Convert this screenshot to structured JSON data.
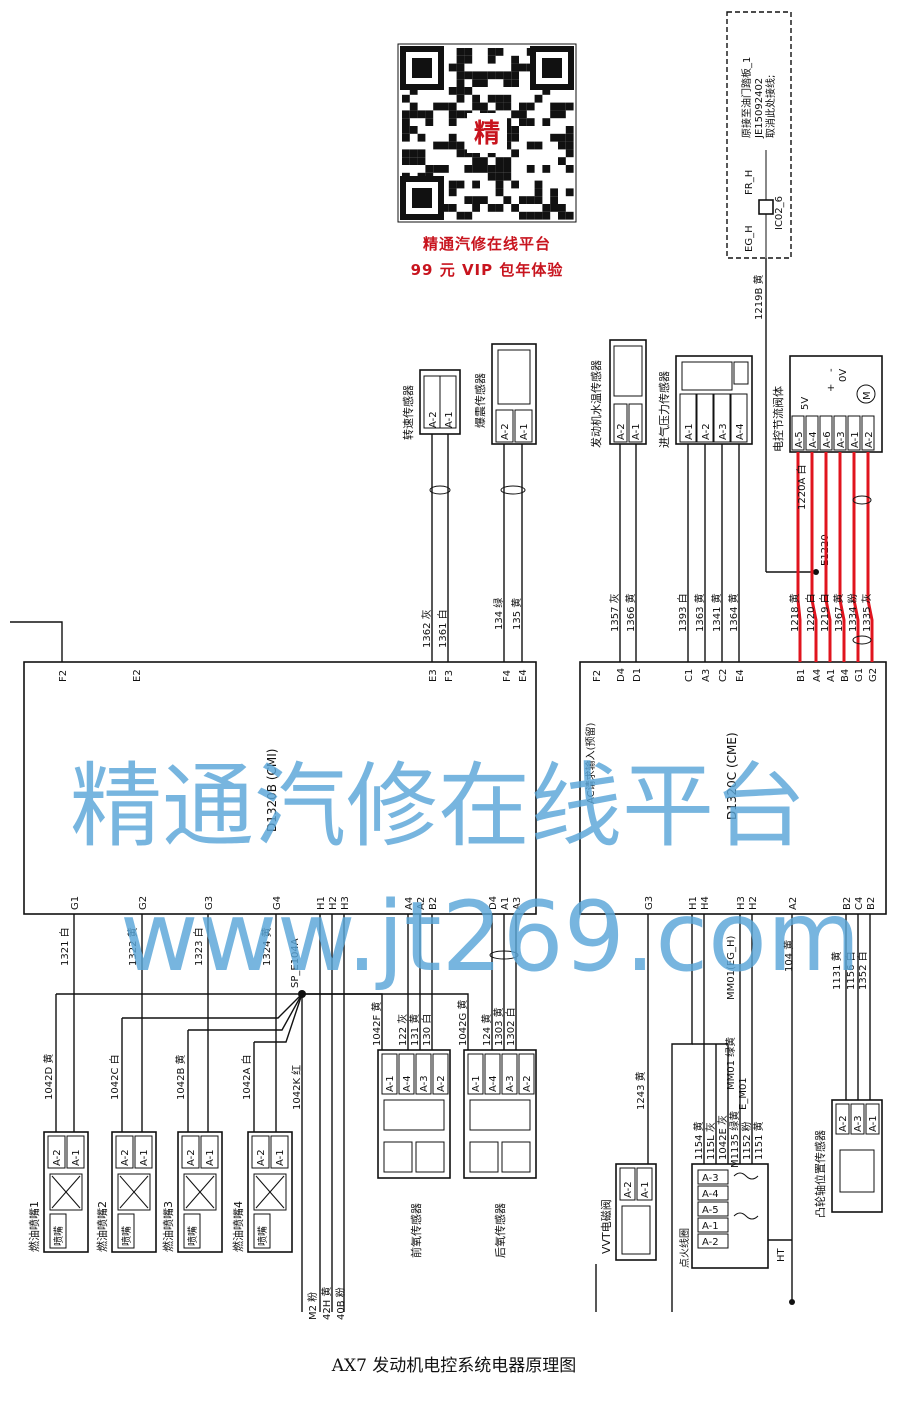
{
  "caption": "AX7 发动机电控系统电器原理图",
  "watermark": {
    "line1": "精通汽修在线平台",
    "line2": "www.jt269.com"
  },
  "promo": {
    "qr_center_char": "精",
    "line1": "精通汽修在线平台",
    "line2": "99 元 VIP 包年体验"
  },
  "ecu_cmi": {
    "name": "D1320B (CMI)",
    "top_pins": [
      "F2",
      "E2",
      "E3",
      "F3",
      "F4",
      "E4"
    ],
    "bottom_pins": [
      "G1",
      "G2",
      "G3",
      "G4",
      "H1",
      "H2",
      "H3",
      "A4",
      "A2",
      "B2",
      "D4",
      "A1",
      "A3"
    ]
  },
  "ecu_cme": {
    "name": "D1320C (CME)",
    "ac_label": "AC请求输入(预留)",
    "top_pins": [
      "F2",
      "D4",
      "D1",
      "C1",
      "A3",
      "C2",
      "E4",
      "B1",
      "A4",
      "A1",
      "B4",
      "G1",
      "G2"
    ],
    "bottom_pins": [
      "G3",
      "H1",
      "H4",
      "H3",
      "H2",
      "A2",
      "B2",
      "C4",
      "B2"
    ]
  },
  "components": {
    "speed_sensor": {
      "name": "转速传感器",
      "pins": [
        "A-2",
        "A-1"
      ]
    },
    "knock_sensor": {
      "name": "爆震传感器",
      "pins": [
        "A-2",
        "A-1"
      ]
    },
    "coolant_sensor": {
      "name": "发动机水温传感器",
      "pins": [
        "A-2",
        "A-1"
      ]
    },
    "map_sensor": {
      "name": "进气压力传感器",
      "pins": [
        "A-1",
        "A-2",
        "A-3",
        "A-4"
      ]
    },
    "throttle": {
      "name": "电控节流阀体",
      "pins": [
        "A-5",
        "A-4",
        "A-6",
        "A-3",
        "A-1",
        "A-2"
      ],
      "marks": [
        "5V",
        "0V",
        "+",
        "-",
        "M"
      ]
    },
    "injectors": [
      {
        "name": "燃油喷嘴1",
        "pins": [
          "A-2",
          "A-1"
        ],
        "tag": "喷嘴"
      },
      {
        "name": "燃油喷嘴2",
        "pins": [
          "A-2",
          "A-1"
        ],
        "tag": "喷嘴"
      },
      {
        "name": "燃油喷嘴3",
        "pins": [
          "A-2",
          "A-1"
        ],
        "tag": "喷嘴"
      },
      {
        "name": "燃油喷嘴4",
        "pins": [
          "A-2",
          "A-1"
        ],
        "tag": "喷嘴"
      }
    ],
    "front_o2": {
      "name": "前氧传感器",
      "pins": [
        "A-1",
        "A-4",
        "A-3",
        "A-2"
      ]
    },
    "rear_o2": {
      "name": "后氧传感器",
      "pins": [
        "A-1",
        "A-4",
        "A-3",
        "A-2"
      ]
    },
    "vvt": {
      "name": "VVT电磁阀",
      "pins": [
        "A-2",
        "A-1"
      ]
    },
    "coil": {
      "name": "点火线圈",
      "pins": [
        "A-3",
        "A-4",
        "A-5",
        "A-1",
        "A-2"
      ]
    },
    "cam_sensor": {
      "name": "凸轮轴位置传感器",
      "pins": [
        "A-2",
        "A-3",
        "A-1"
      ]
    }
  },
  "connector_box": {
    "note_lines": [
      "原接至油门踏板_1",
      "JE15092402",
      "取消此处接线;"
    ],
    "labels": [
      "EG_H",
      "FR_H",
      "IC02_6"
    ]
  },
  "wires": {
    "speed": [
      "1362 灰",
      "1361 白"
    ],
    "knock": [
      "134 绿",
      "135 黄"
    ],
    "coolant": [
      "1357 灰",
      "1366 黄"
    ],
    "map": [
      "1393 白",
      "1363 黄",
      "1341 黄",
      "1364 黄"
    ],
    "throttle": [
      "1218 黄",
      "1220 白",
      "1219 白",
      "1367 黄",
      "1334 粉",
      "1335 灰"
    ],
    "throttle_top": "1220A 白",
    "splice": "E1220",
    "feed": "1219B 黄",
    "injectors": [
      "1321 白",
      "1322 黄",
      "1323 白",
      "1324 黄"
    ],
    "injector_feed": [
      "1042D 黄",
      "1042C 白",
      "1042B 黄",
      "1042A 白"
    ],
    "splice_main": "SP_E104A",
    "splice_main_wire": "1042K 红",
    "front_o2": [
      "1042F 黄",
      "122 灰",
      "131 黄",
      "130 白"
    ],
    "rear_o2": [
      "1042G 黄",
      "124 黄",
      "1303 黄",
      "1302 白"
    ],
    "vvt": "1243 黄",
    "coil": [
      "1154 黄",
      "115L 灰",
      "1042E 灰",
      "M1135 绿黄",
      "1152 粉",
      "1151 黄"
    ],
    "mm01": [
      "MM01(EG_H)",
      "MM01 绿黄",
      "E_M01"
    ],
    "ht": "HT",
    "a2": "104 黄",
    "cam": [
      "1131 黄",
      "1156 白",
      "1352 白"
    ],
    "bottom_cut": [
      "M2 粉",
      "42H 黄",
      "40B 粉"
    ]
  }
}
